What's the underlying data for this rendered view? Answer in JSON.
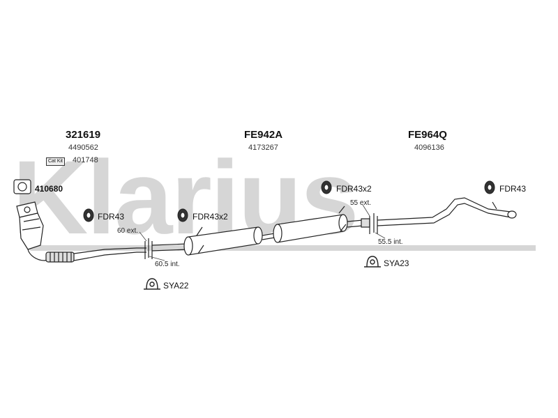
{
  "watermark": "Klarius",
  "sections": [
    {
      "title": "321619",
      "code": "4490562"
    },
    {
      "title": "FE942A",
      "code": "4173267"
    },
    {
      "title": "FE964Q",
      "code": "4096136"
    }
  ],
  "catkit": {
    "badge": "Cat Kit",
    "code": "401748"
  },
  "parts": {
    "gasket": "410680",
    "mount_left": "FDR43",
    "mount_mid": "FDR43x2",
    "mount_right_mid": "FDR43x2",
    "mount_right": "FDR43",
    "clamp_left": "SYA22",
    "clamp_right": "SYA23"
  },
  "dims": {
    "ext_left": "60 ext.",
    "int_left": "60.5 int.",
    "ext_right": "55 ext.",
    "int_right": "55.5 int."
  }
}
